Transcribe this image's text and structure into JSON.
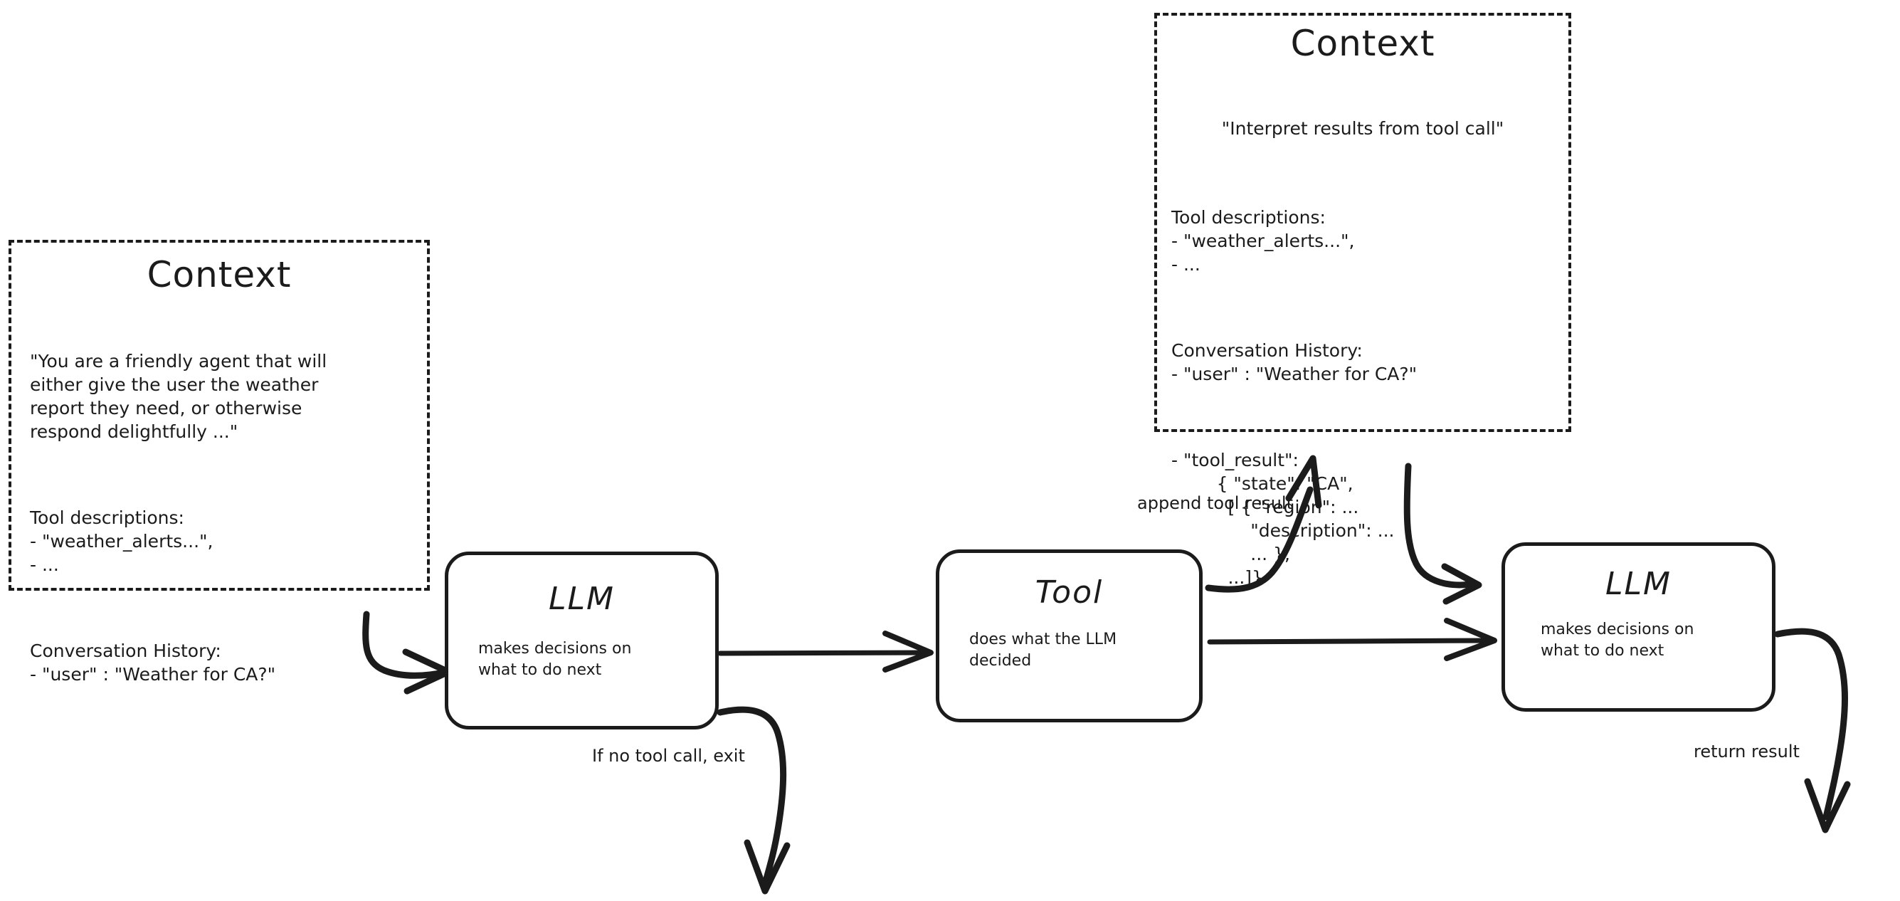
{
  "diagram": {
    "type": "flow",
    "background": "#ffffff",
    "ink": "#1b1b1b"
  },
  "context_left": {
    "title": "Context",
    "system_prompt": "\"You are a friendly agent that will\neither give the user the weather\nreport they need, or otherwise\nrespond delightfully ...\"",
    "tool_descriptions": "Tool descriptions:\n- \"weather_alerts...\",\n- ...",
    "conversation_history": "Conversation History:\n- \"user\" : \"Weather for CA?\""
  },
  "context_right": {
    "title": "Context",
    "system_prompt": "\"Interpret results from tool call\"",
    "tool_descriptions": "Tool descriptions:\n- \"weather_alerts...\",\n- ...",
    "conversation_history": "Conversation History:\n- \"user\" : \"Weather for CA?\"",
    "tool_result": "- \"tool_result\":\n        { \"state\": \"CA\",\n          [ { \"region\": ...\n              \"description\": ...\n              ... },\n          ...]}"
  },
  "nodes": {
    "llm_first": {
      "title": "LLM",
      "subtitle": "makes decisions on\nwhat to do next"
    },
    "tool": {
      "title": "Tool",
      "subtitle": "does what the LLM\ndecided"
    },
    "llm_second": {
      "title": "LLM",
      "subtitle": "makes decisions on\nwhat to do next"
    }
  },
  "edges": {
    "context_to_llm": "",
    "llm_to_tool": "",
    "exit": "If no tool call, exit",
    "append_tool_result": "append tool result",
    "tool_to_llm2": "",
    "context2_to_llm2": "",
    "return_result": "return result"
  }
}
